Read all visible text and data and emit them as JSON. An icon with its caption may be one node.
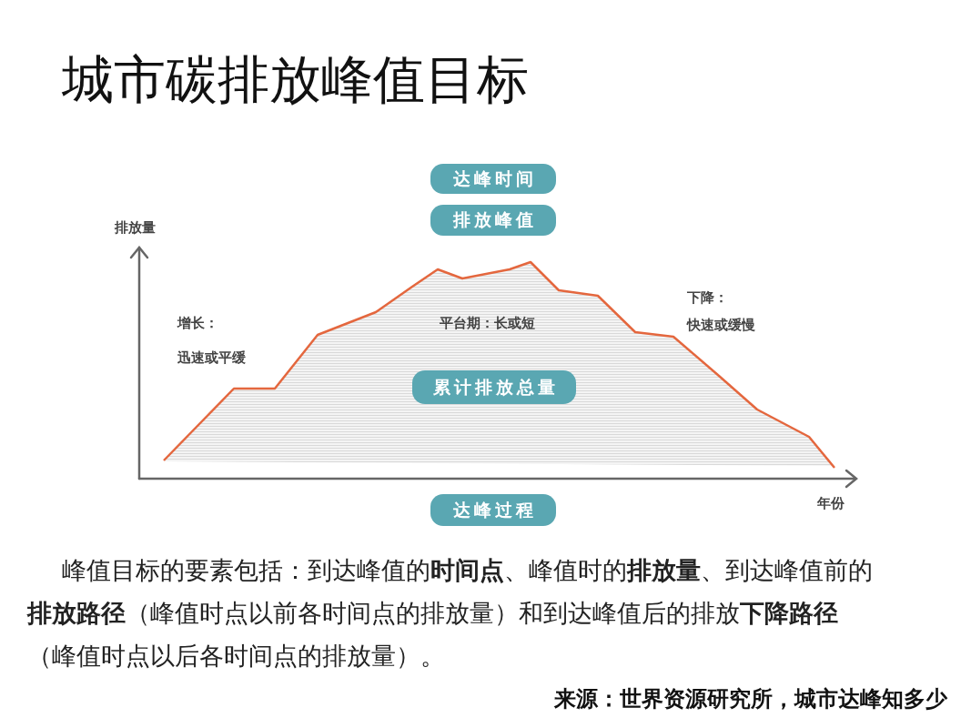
{
  "diagram": {
    "title": "城市碳排放峰值目标",
    "caption": "峰值目标的要素包括：到达峰值的**时间点**、峰值时的**排放量**、到达峰值前的**排放路径**（峰值时点以前各时间点的排放量）和到达峰值后的排放**下降路径**（峰值时点以后各时间点的排放量）。",
    "nodes": [
      {
        "text": [
          "达峰时间"
        ]
      },
      {
        "text": [
          "排放峰值"
        ]
      },
      {
        "text": [
          "累计排放总量"
        ]
      },
      {
        "text": [
          "达峰过程"
        ]
      }
    ],
    "labels": [
      "排放量",
      "增长：",
      "迅速或平缓",
      "平台期：长或短",
      "下降：",
      "快速或缓慢",
      "年份",
      "来源：世界资源研究所，城市达峰知多少"
    ]
  }
}
